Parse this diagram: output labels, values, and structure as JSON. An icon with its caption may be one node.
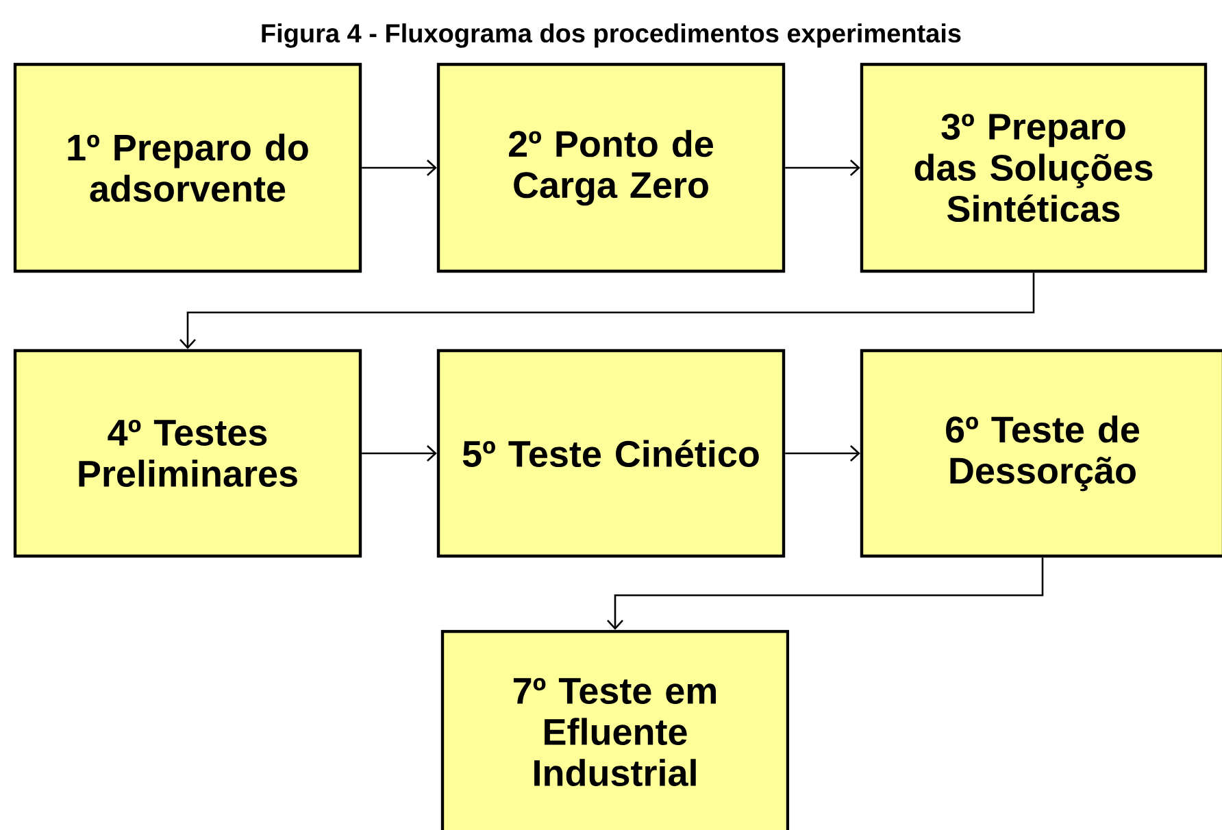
{
  "diagram": {
    "title": "Figura 4 - Fluxograma dos procedimentos experimentais",
    "nodes": [
      {
        "text": [
          "1º Preparo do adsorvente"
        ]
      },
      {
        "text": [
          "2º Ponto de Carga Zero"
        ]
      },
      {
        "text": [
          "3º Preparo das Soluções Sintéticas"
        ]
      },
      {
        "text": [
          "4º Testes Preliminares"
        ]
      },
      {
        "text": [
          "5º Teste Cinético"
        ]
      },
      {
        "text": [
          "6º Teste de Dessorção"
        ]
      },
      {
        "text": [
          "7º Teste em Efluente Industrial"
        ]
      }
    ],
    "edges": [
      {
        "from": 0,
        "to": 1,
        "arrow": "to"
      },
      {
        "from": 1,
        "to": 2,
        "arrow": "to"
      },
      {
        "from": 2,
        "to": 3,
        "arrow": "to"
      },
      {
        "from": 3,
        "to": 4,
        "arrow": "to"
      },
      {
        "from": 4,
        "to": 5,
        "arrow": "to"
      },
      {
        "from": 5,
        "to": 6,
        "arrow": "to"
      }
    ]
  }
}
